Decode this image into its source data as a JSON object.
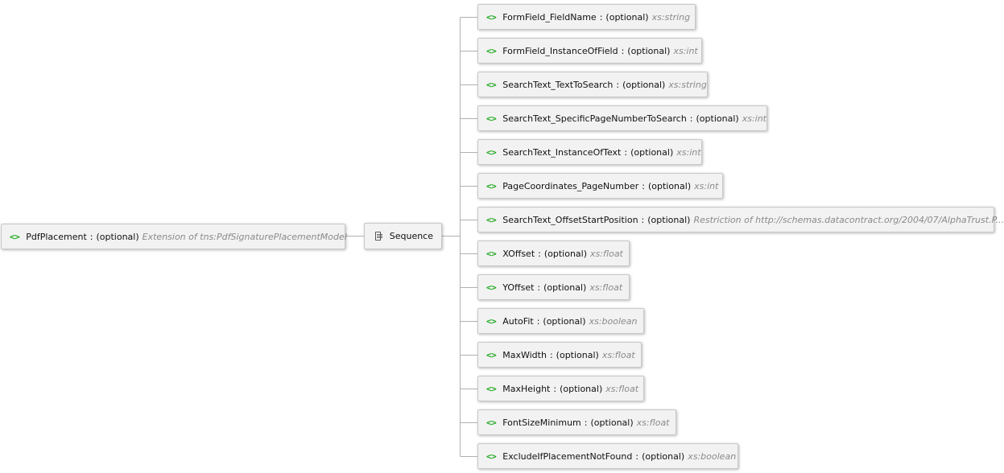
{
  "root": {
    "name": "PdfPlacement",
    "separator": ":",
    "occurrence": "(optional)",
    "type": "Extension of tns:PdfSignaturePlacementModel",
    "icon": "element-icon",
    "icon_glyph": "<>"
  },
  "compositor": {
    "label": "Sequence",
    "icon": "sequence-icon"
  },
  "children": [
    {
      "name": "FormField_FieldName",
      "separator": ":",
      "occurrence": "(optional)",
      "type": "xs:string"
    },
    {
      "name": "FormField_InstanceOfField",
      "separator": ":",
      "occurrence": "(optional)",
      "type": "xs:int"
    },
    {
      "name": "SearchText_TextToSearch",
      "separator": ":",
      "occurrence": "(optional)",
      "type": "xs:string"
    },
    {
      "name": "SearchText_SpecificPageNumberToSearch",
      "separator": ":",
      "occurrence": "(optional)",
      "type": "xs:int"
    },
    {
      "name": "SearchText_InstanceOfText",
      "separator": ":",
      "occurrence": "(optional)",
      "type": "xs:int"
    },
    {
      "name": "PageCoordinates_PageNumber",
      "separator": ":",
      "occurrence": "(optional)",
      "type": "xs:int"
    },
    {
      "name": "SearchText_OffsetStartPosition",
      "separator": ":",
      "occurrence": "(optional)",
      "type": "Restriction of http://schemas.datacontract.org/2004/07/AlphaTrust.P..."
    },
    {
      "name": "XOffset",
      "separator": ":",
      "occurrence": "(optional)",
      "type": "xs:float"
    },
    {
      "name": "YOffset",
      "separator": ":",
      "occurrence": "(optional)",
      "type": "xs:float"
    },
    {
      "name": "AutoFit",
      "separator": ":",
      "occurrence": "(optional)",
      "type": "xs:boolean"
    },
    {
      "name": "MaxWidth",
      "separator": ":",
      "occurrence": "(optional)",
      "type": "xs:float"
    },
    {
      "name": "MaxHeight",
      "separator": ":",
      "occurrence": "(optional)",
      "type": "xs:float"
    },
    {
      "name": "FontSizeMinimum",
      "separator": ":",
      "occurrence": "(optional)",
      "type": "xs:float"
    },
    {
      "name": "ExcludeIfPlacementNotFound",
      "separator": ":",
      "occurrence": "(optional)",
      "type": "xs:boolean"
    }
  ],
  "colors": {
    "element_icon": "#1faa1f",
    "type_text": "#8a8a8a",
    "node_background": "#f2f2f2",
    "node_border": "#c8c8c8",
    "connector": "#b0b0b0"
  }
}
